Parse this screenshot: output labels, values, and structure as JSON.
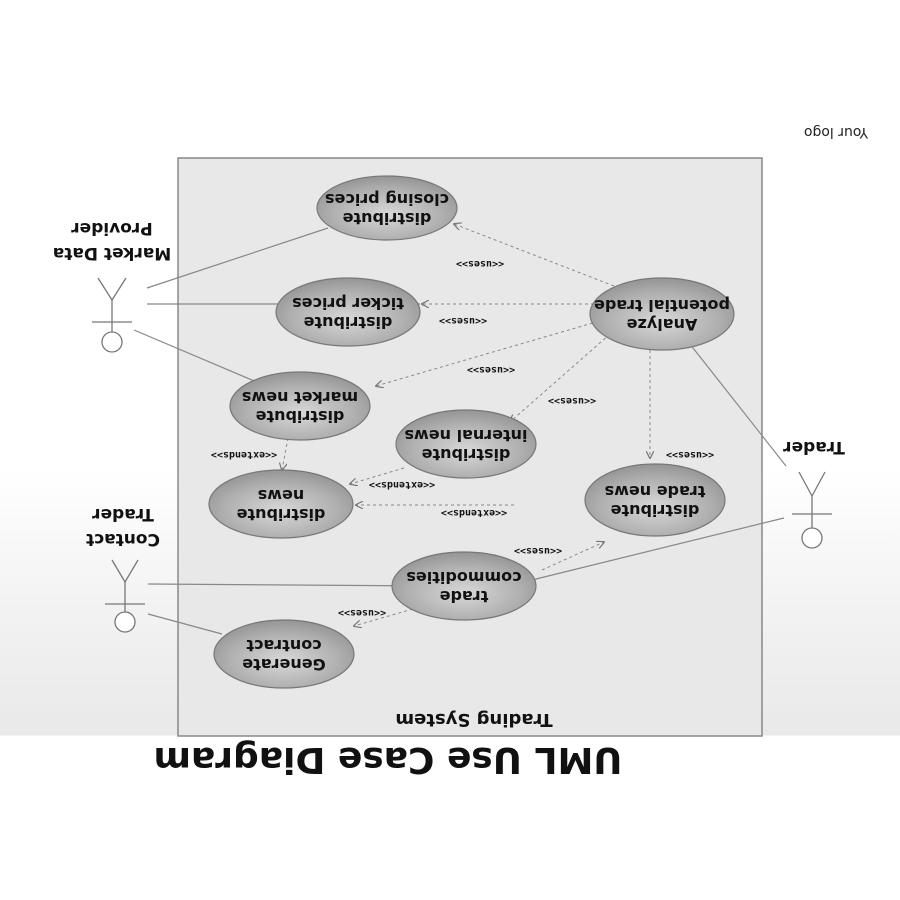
{
  "title": "UML Use Case Diagram",
  "logo": "Your logo",
  "system": {
    "name": "Trading System"
  },
  "actors": {
    "market_data_provider": {
      "line1": "Market Data",
      "line2": "Provider"
    },
    "contact_trader": {
      "line1": "Contact",
      "line2": "Trader"
    },
    "trader": {
      "line1": "Trader"
    }
  },
  "use_cases": {
    "analyze": {
      "line1": "Analyze",
      "line2": "potential trade"
    },
    "closing_prices": {
      "line1": "distribute",
      "line2": "closing prices"
    },
    "ticker_prices": {
      "line1": "distribute",
      "line2": "ticker prices"
    },
    "market_news": {
      "line1": "distribute",
      "line2": "market news"
    },
    "internal_news": {
      "line1": "distribute",
      "line2": "internal news"
    },
    "news": {
      "line1": "distribute",
      "line2": "news"
    },
    "trade_news": {
      "line1": "distribute",
      "line2": "trade news"
    },
    "trade_commodities": {
      "line1": "trade",
      "line2": "commodities"
    },
    "generate_contract": {
      "line1": "Generate",
      "line2": "contract"
    }
  },
  "relations": {
    "uses": "<<uses>>",
    "extends": "<<extends>>"
  },
  "colors": {
    "ellipse_fill": "#aaaaaa",
    "ellipse_stroke": "#777777",
    "system_fill": "#e6e6e6",
    "system_stroke": "#888888",
    "line": "#777777"
  }
}
